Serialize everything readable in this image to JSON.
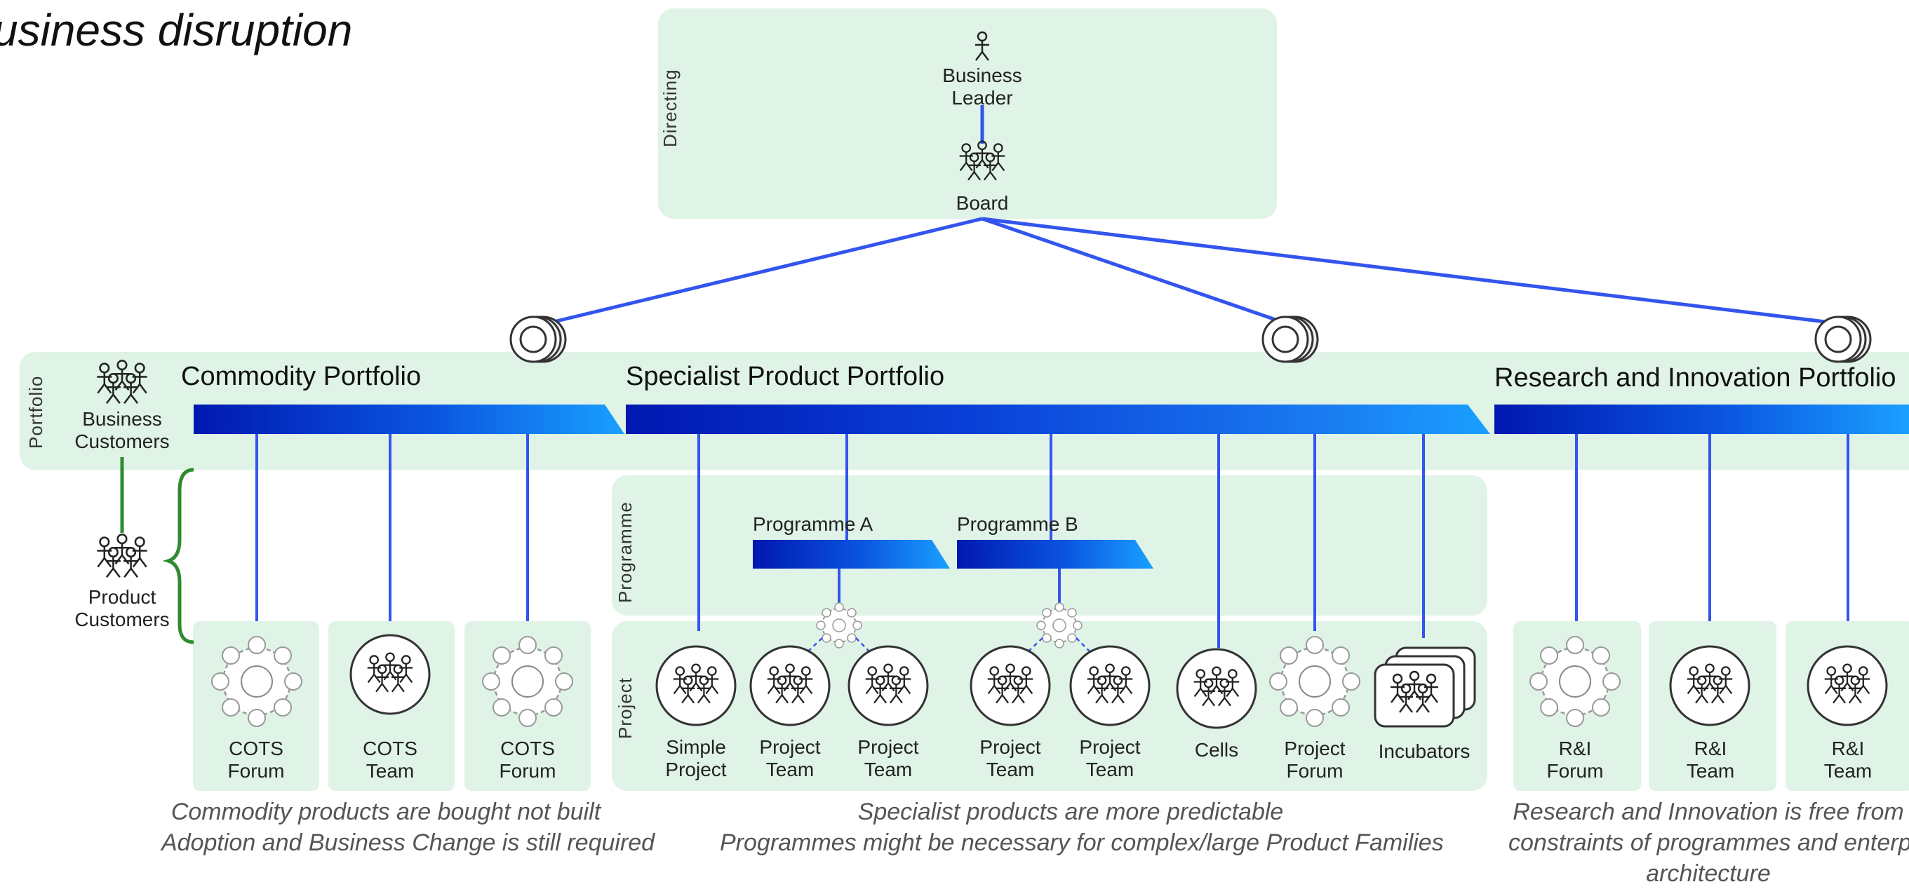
{
  "title": "usiness disruption",
  "regions": {
    "directing": "Directing",
    "portfolio": "Portfolio",
    "programme": "Programme",
    "project": "Project"
  },
  "roles": {
    "business_leader": [
      "Business",
      "Leader"
    ],
    "board": "Board",
    "business_customers": [
      "Business",
      "Customers"
    ],
    "product_customers": [
      "Product",
      "Customers"
    ]
  },
  "portfolios": {
    "commodity": "Commodity Portfolio",
    "specialist": "Specialist Product Portfolio",
    "research": "Research and Innovation Portfolio"
  },
  "programmes": {
    "a": "Programme A",
    "b": "Programme B"
  },
  "units": {
    "cots_forum_1": [
      "COTS",
      "Forum"
    ],
    "cots_team": [
      "COTS",
      "Team"
    ],
    "cots_forum_2": [
      "COTS",
      "Forum"
    ],
    "simple_project": [
      "Simple",
      "Project"
    ],
    "project_team_1": [
      "Project",
      "Team"
    ],
    "project_team_2": [
      "Project",
      "Team"
    ],
    "project_team_3": [
      "Project",
      "Team"
    ],
    "project_team_4": [
      "Project",
      "Team"
    ],
    "cells": "Cells",
    "project_forum": [
      "Project",
      "Forum"
    ],
    "incubators": "Incubators",
    "ri_forum": [
      "R&I",
      "Forum"
    ],
    "ri_team_1": [
      "R&I",
      "Team"
    ],
    "ri_team_2": [
      "R&I",
      "Team"
    ]
  },
  "captions": {
    "commodity": [
      "Commodity products are bought not built",
      "Adoption and Business Change is still required"
    ],
    "specialist": [
      "Specialist products are more predictable",
      "Programmes might be necessary for complex/large Product Families"
    ],
    "research": [
      "Research and Innovation is free from",
      "constraints of programmes and enterprise",
      "architecture"
    ]
  },
  "colors": {
    "region_fill": "#dff3e6",
    "connector": "#3355ee",
    "banner_dark": "#0018b0",
    "banner_light": "#1aa0ff",
    "bracket": "#2e8b2e"
  }
}
